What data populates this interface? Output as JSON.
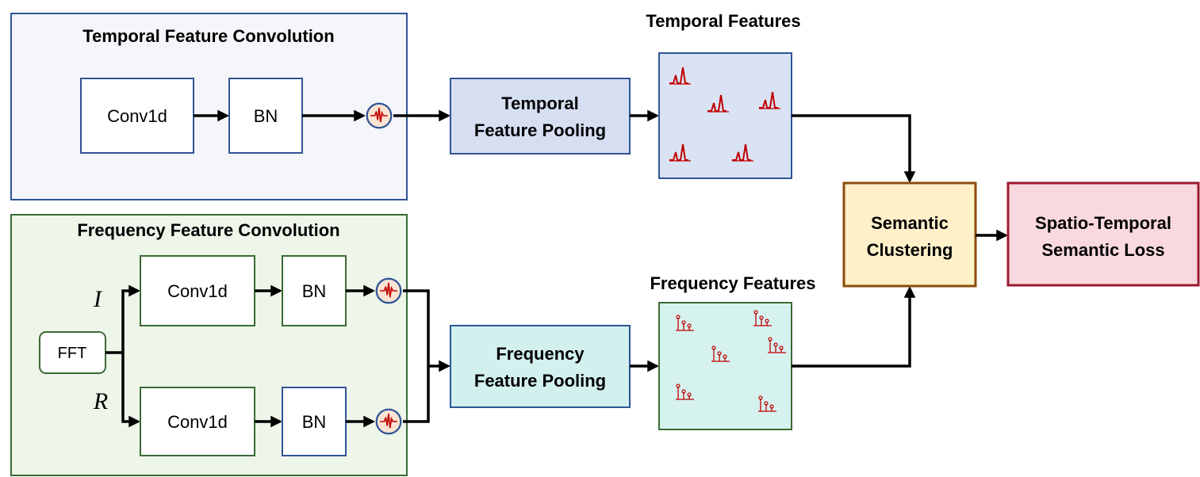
{
  "temporal_branch": {
    "title": "Temporal Feature Convolution",
    "conv": "Conv1d",
    "bn": "BN",
    "pooling_line1": "Temporal",
    "pooling_line2": "Feature Pooling",
    "features_title": "Temporal Features"
  },
  "frequency_branch": {
    "title": "Frequency Feature Convolution",
    "fft": "FFT",
    "path_i": "I",
    "path_r": "R",
    "conv_top": "Conv1d",
    "bn_top": "BN",
    "conv_bottom": "Conv1d",
    "bn_bottom": "BN",
    "pooling_line1": "Frequency",
    "pooling_line2": "Feature Pooling",
    "features_title": "Frequency Features"
  },
  "clustering": {
    "line1": "Semantic",
    "line2": "Clustering"
  },
  "loss": {
    "line1": "Spatio-Temporal",
    "line2": "Semantic Loss"
  },
  "icons": [
    "activation-pulse-icon",
    "peak-signal-icon",
    "stem-spectrum-icon"
  ],
  "colors": {
    "temporal_panel_bg": "#f4f6f9",
    "temporal_panel_border": "#2f5597",
    "frequency_panel_bg": "#eef5e9",
    "frequency_panel_border": "#3a6b35",
    "temporal_pool_bg": "#d6dff2",
    "frequency_pool_bg": "#d2f1ee",
    "clustering_bg": "#fff0c9",
    "clustering_border": "#8b4c0c",
    "loss_bg": "#f9d9df",
    "loss_border": "#9b1a30",
    "signal_red": "#c00000"
  }
}
